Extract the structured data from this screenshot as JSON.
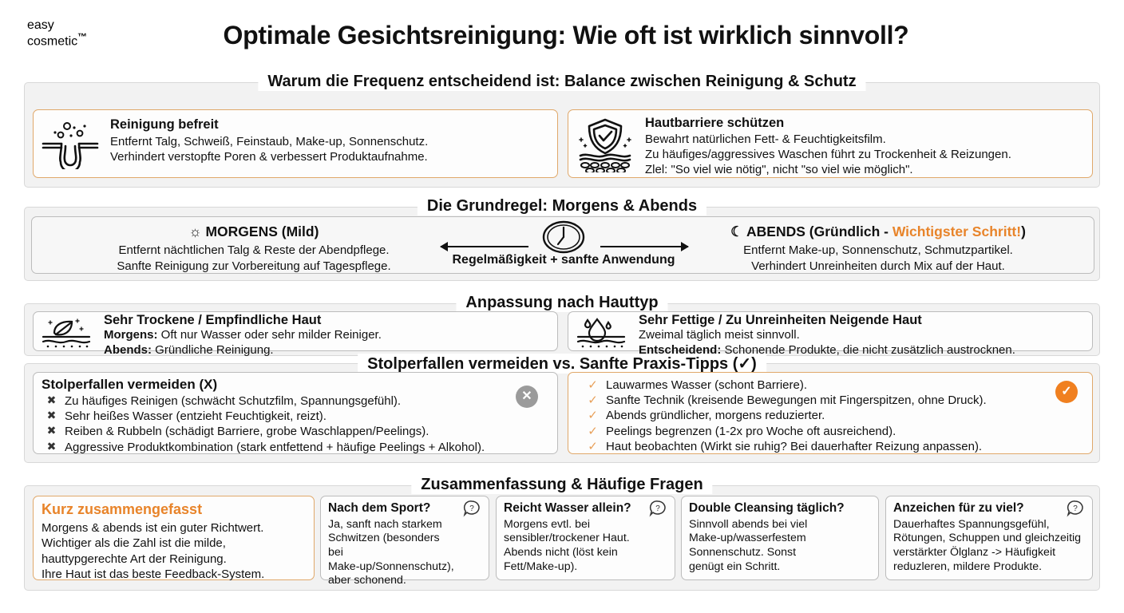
{
  "brand": {
    "line1": "easy",
    "line2": "cosmetic",
    "tm": "™"
  },
  "title": "Optimale Gesichtsreinigung: Wie oft ist wirklich sinnvoll?",
  "colors": {
    "accent": "#e8842a",
    "card_border": "#e0a86a",
    "section_bg": "#f2f2f2",
    "grey_badge": "#9b9b9b"
  },
  "section1": {
    "title": "Warum die Frequenz entscheidend ist: Balance zwischen Reinigung & Schutz",
    "cards": [
      {
        "icon": "pore-cleansing-icon",
        "head": "Reinigung befreit",
        "lines": [
          "Entfernt Talg, Schweiß, Feinstaub, Make-up, Sonnenschutz.",
          "Verhindert verstopfte Poren & verbessert Produktaufnahme."
        ]
      },
      {
        "icon": "skin-barrier-shield-icon",
        "head": "Hautbarriere schützen",
        "lines": [
          "Bewahrt natürlichen Fett- & Feuchtigkeitsfilm.",
          "Zu häufiges/aggressives Waschen führt zu Trockenheit & Reizungen.",
          "Zlel: \"So viel wie nötig\", nicht \"so viel wie möglich\"."
        ]
      }
    ]
  },
  "section2": {
    "title": "Die Grundregel: Morgens & Abends",
    "morning": {
      "icon": "sun-icon",
      "head": "MORGENS (Mild)",
      "lines": [
        "Entfernt nächtlichen Talg & Reste der Abendpflege.",
        "Sanfte Reinigung zur Vorbereitung auf Tagespflege."
      ]
    },
    "center": {
      "icon": "clock-icon",
      "caption": "Regelmäßigkeit + sanfte Anwendung"
    },
    "evening": {
      "icon": "moon-icon",
      "head_prefix": "ABENDS (Gründlich - ",
      "head_highlight": "Wichtigster Schritt!",
      "head_suffix": ")",
      "lines": [
        "Entfernt Make-up, Sonnenschutz, Schmutzpartikel.",
        "Verhindert Unreinheiten durch Mix auf der Haut."
      ]
    }
  },
  "section3": {
    "title": "Anpassung nach Hauttyp",
    "cards": [
      {
        "icon": "leaf-skin-icon",
        "head": "Sehr Trockene / Empfindliche Haut",
        "lines": [
          {
            "label": "Morgens:",
            "text": " Oft nur Wasser oder sehr milder Reiniger."
          },
          {
            "label": "Abends:",
            "text": " Gründliche Reinigung."
          }
        ]
      },
      {
        "icon": "oil-drop-skin-icon",
        "head": "Sehr Fettige / Zu Unreinheiten Neigende Haut",
        "lines": [
          {
            "label": "",
            "text": "Zweimal täglich meist sinnvoll."
          },
          {
            "label": "Entscheidend:",
            "text": " Schonende Produkte, die nicht zusätzlich austrocknen."
          }
        ]
      }
    ]
  },
  "section4": {
    "title": "Stolperfallen vermeiden vs. Sanfte Praxis-Tipps (✓)",
    "pitfalls": {
      "head": "Stolperfallen vermeiden (X)",
      "badge": "✕",
      "badge_name": "x-badge",
      "items": [
        "Zu häufiges Reinigen (schwächt Schutzfilm, Spannungsgefühl).",
        "Sehr heißes Wasser (entzieht Feuchtigkeit, reizt).",
        "Reiben & Rubbeln (schädigt Barriere, grobe Waschlappen/Peelings).",
        "Aggressive Produktkombination (stark entfettend + häufige Peelings + Alkohol)."
      ],
      "mark": "✖"
    },
    "tips": {
      "badge": "✓",
      "badge_name": "check-badge",
      "items": [
        "Lauwarmes Wasser (schont Barriere).",
        "Sanfte Technik (kreisende Bewegungen mit Fingerspitzen, ohne Druck).",
        "Abends gründlicher, morgens reduzierter.",
        "Peelings begrenzen (1-2x pro Woche oft ausreichend).",
        "Haut beobachten (Wirkt sie ruhig? Bei dauerhafter Reizung anpassen)."
      ],
      "mark": "✓"
    }
  },
  "section5": {
    "title": "Zusammenfassung & Häufige Fragen",
    "summary": {
      "head": "Kurz zusammengefasst",
      "lines": [
        "Morgens & abends ist ein guter Richtwert.",
        "Wichtiger als die Zahl ist die milde,",
        "hauttypgerechte Art der Reinigung.",
        "Ihre Haut ist das beste Feedback-System."
      ]
    },
    "faqs": [
      {
        "q": "Nach dem Sport?",
        "icon": "question-bubble-icon",
        "a": [
          "Ja, sanft nach starkem",
          "Schwitzen (besonders bei",
          "Make-up/Sonnenschutz),",
          "aber schonend."
        ]
      },
      {
        "q": "Reicht Wasser allein?",
        "icon": "question-bubble-icon",
        "a": [
          "Morgens evtl. bei",
          "sensibler/trockener Haut.",
          "Abends nicht (löst kein",
          "Fett/Make-up)."
        ]
      },
      {
        "q": "Double Cleansing täglich?",
        "icon": "question-bubble-icon",
        "a": [
          "Sinnvoll abends bei viel",
          "Make-up/wasserfestem",
          "Sonnenschutz. Sonst",
          "genügt ein Schritt."
        ]
      },
      {
        "q": "Anzeichen für zu viel?",
        "icon": "question-bubble-icon",
        "a": [
          "Dauerhaftes Spannungsgefühl,",
          "Rötungen, Schuppen und gleichzeitig",
          "verstärkter Ölglanz -> Häufigkeit",
          "reduzleren, mildere Produkte."
        ]
      }
    ]
  }
}
